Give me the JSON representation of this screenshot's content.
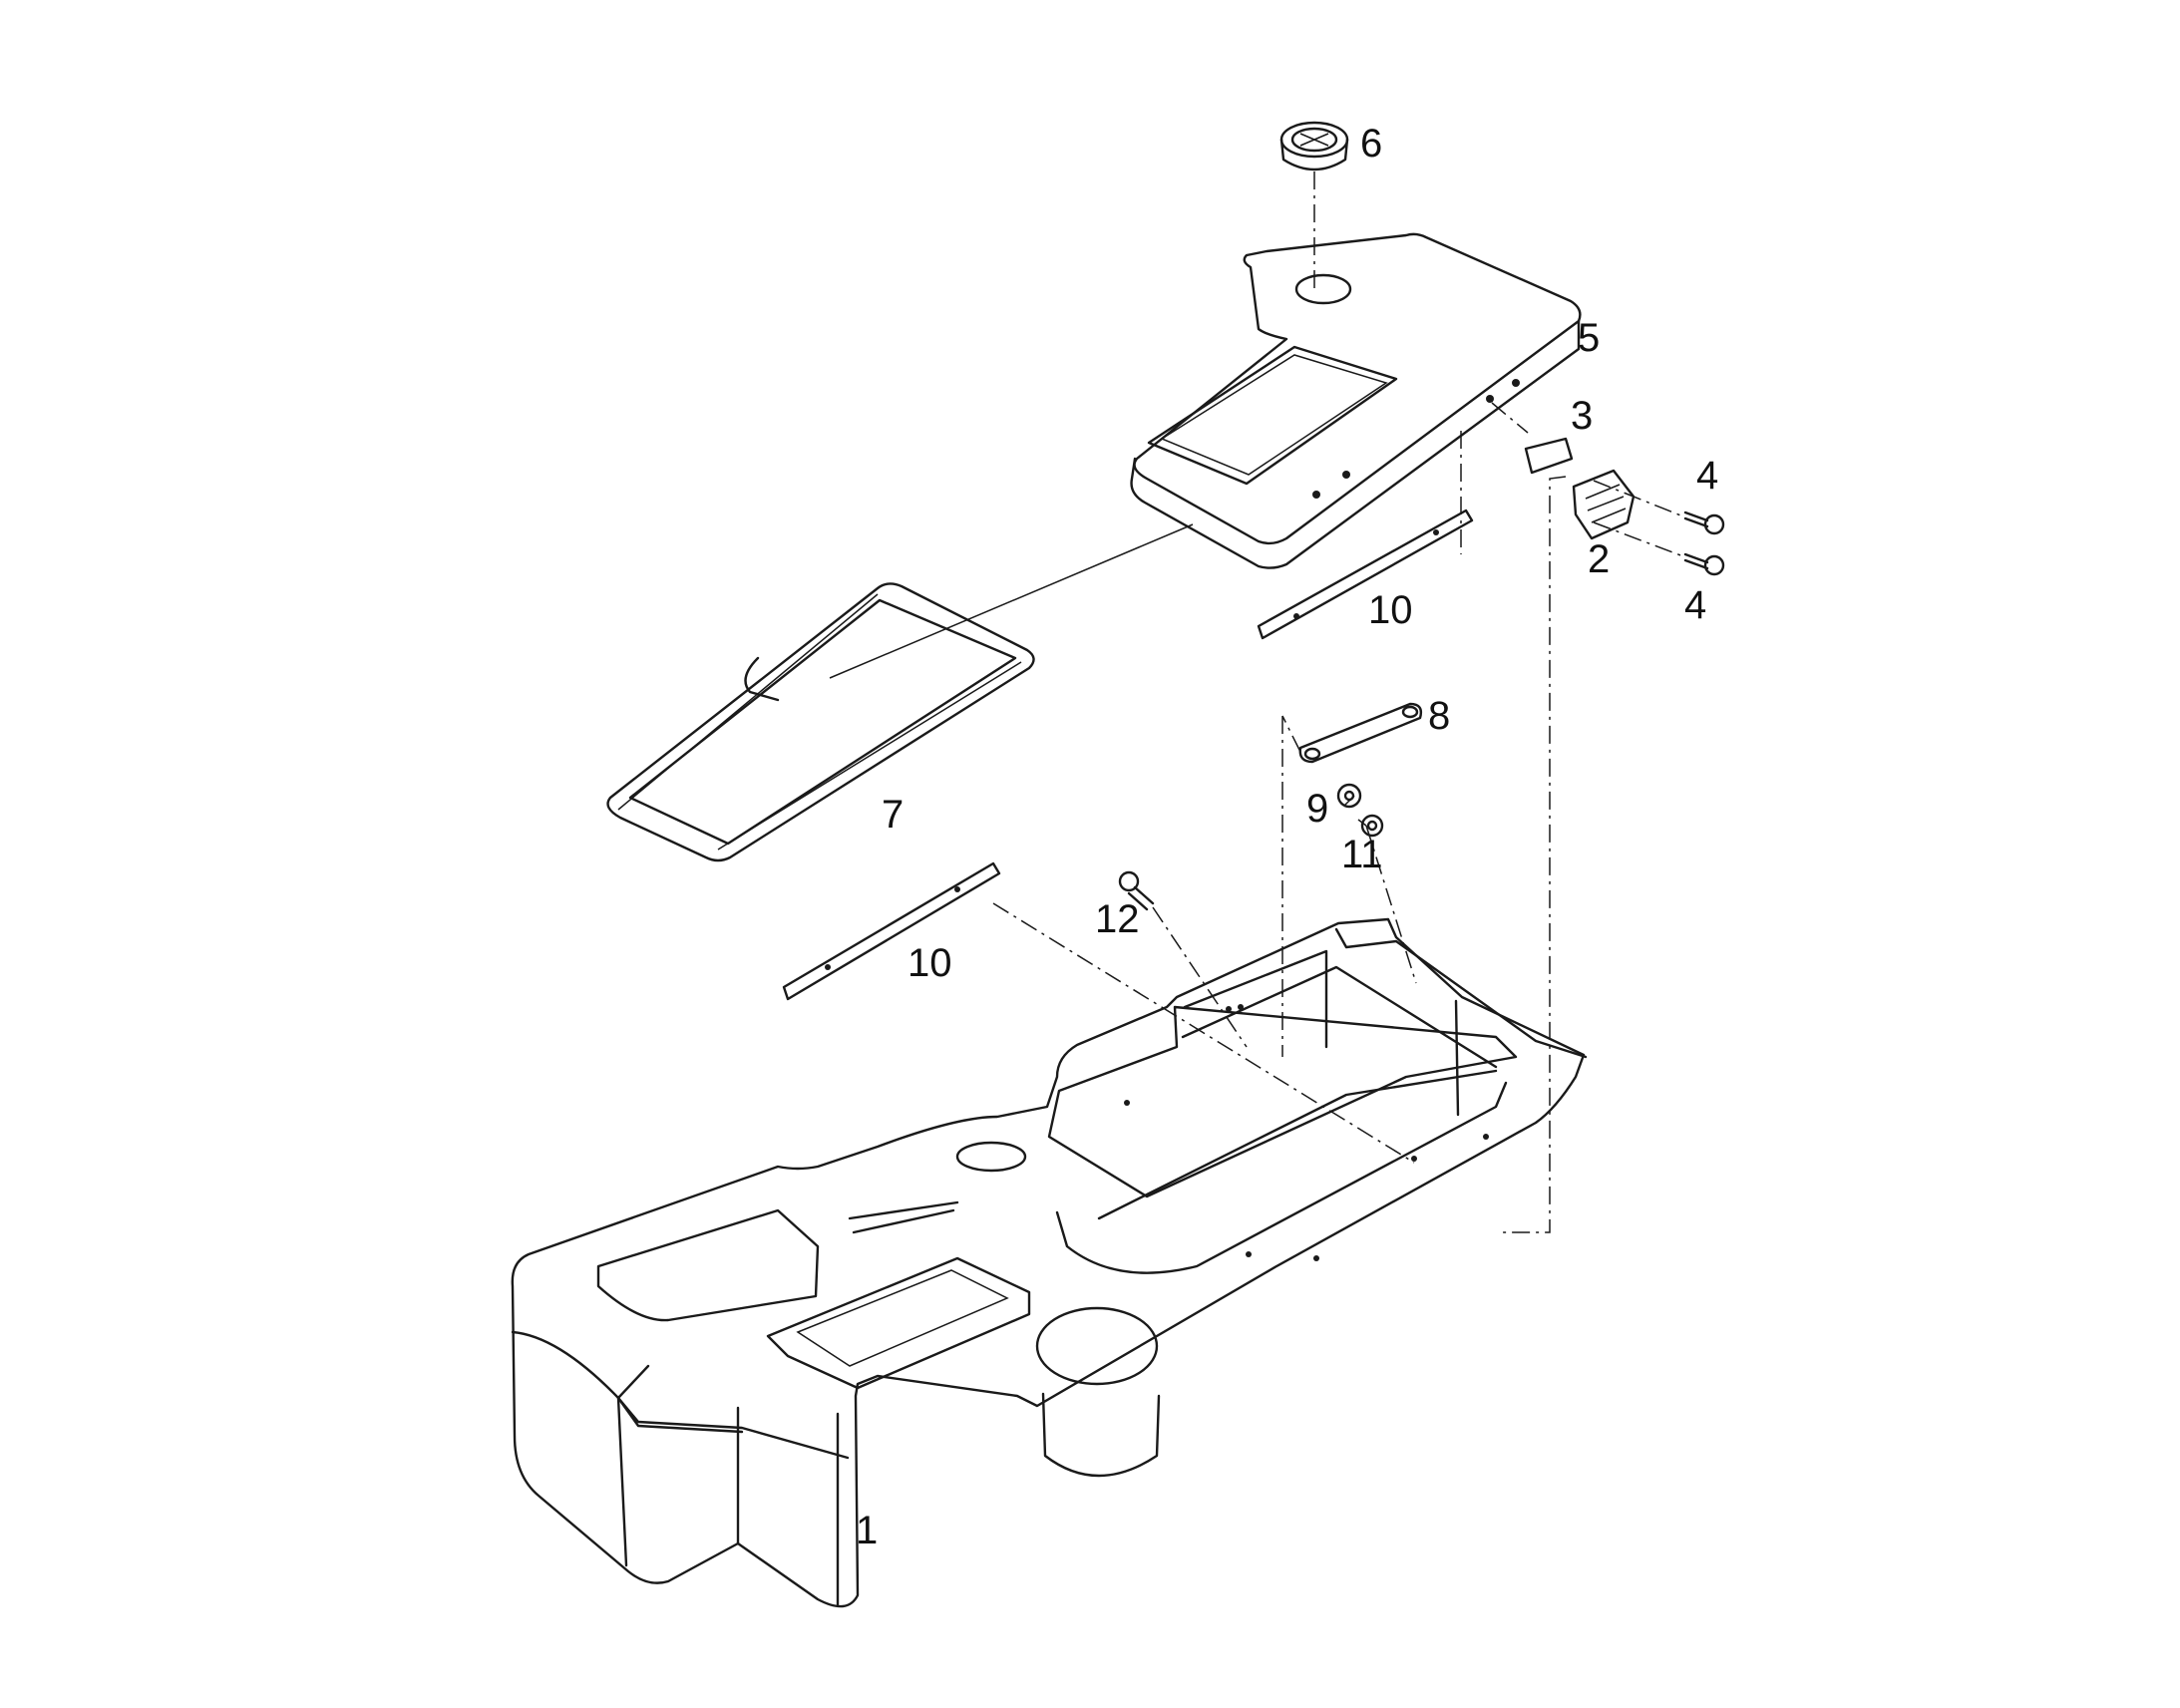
{
  "callouts": {
    "p1": "1",
    "p2": "2",
    "p3": "3",
    "p4a": "4",
    "p4b": "4",
    "p5": "5",
    "p6": "6",
    "p7": "7",
    "p8": "8",
    "p9": "9",
    "p10a": "10",
    "p10b": "10",
    "p11": "11",
    "p12": "12"
  }
}
